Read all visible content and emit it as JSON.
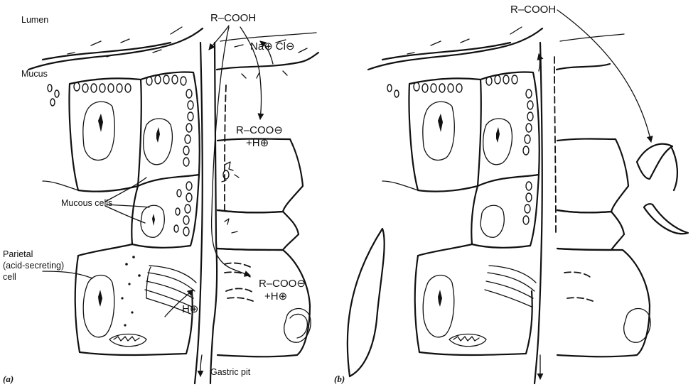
{
  "labels": {
    "lumen": "Lumen",
    "mucus": "Mucus",
    "mucous_cells": "Mucous cells",
    "parietal_line1": "Parietal",
    "parietal_line2": "(acid-secreting)",
    "parietal_line3": "cell",
    "gastric_pit": "Gastric pit",
    "panel_a": "(a)",
    "panel_b": "(b)"
  },
  "chemistry": {
    "acid_a": "R–COOH",
    "acid_b": "R–COOH",
    "na": "Na",
    "cl": "Cl",
    "anion_upper_1": "R–COO",
    "anion_upper_2": "+H",
    "anion_lower_1": "R–COO",
    "anion_lower_2": "+H",
    "proton": "H"
  },
  "symbols": {
    "plus": "⊕",
    "minus": "⊖"
  }
}
